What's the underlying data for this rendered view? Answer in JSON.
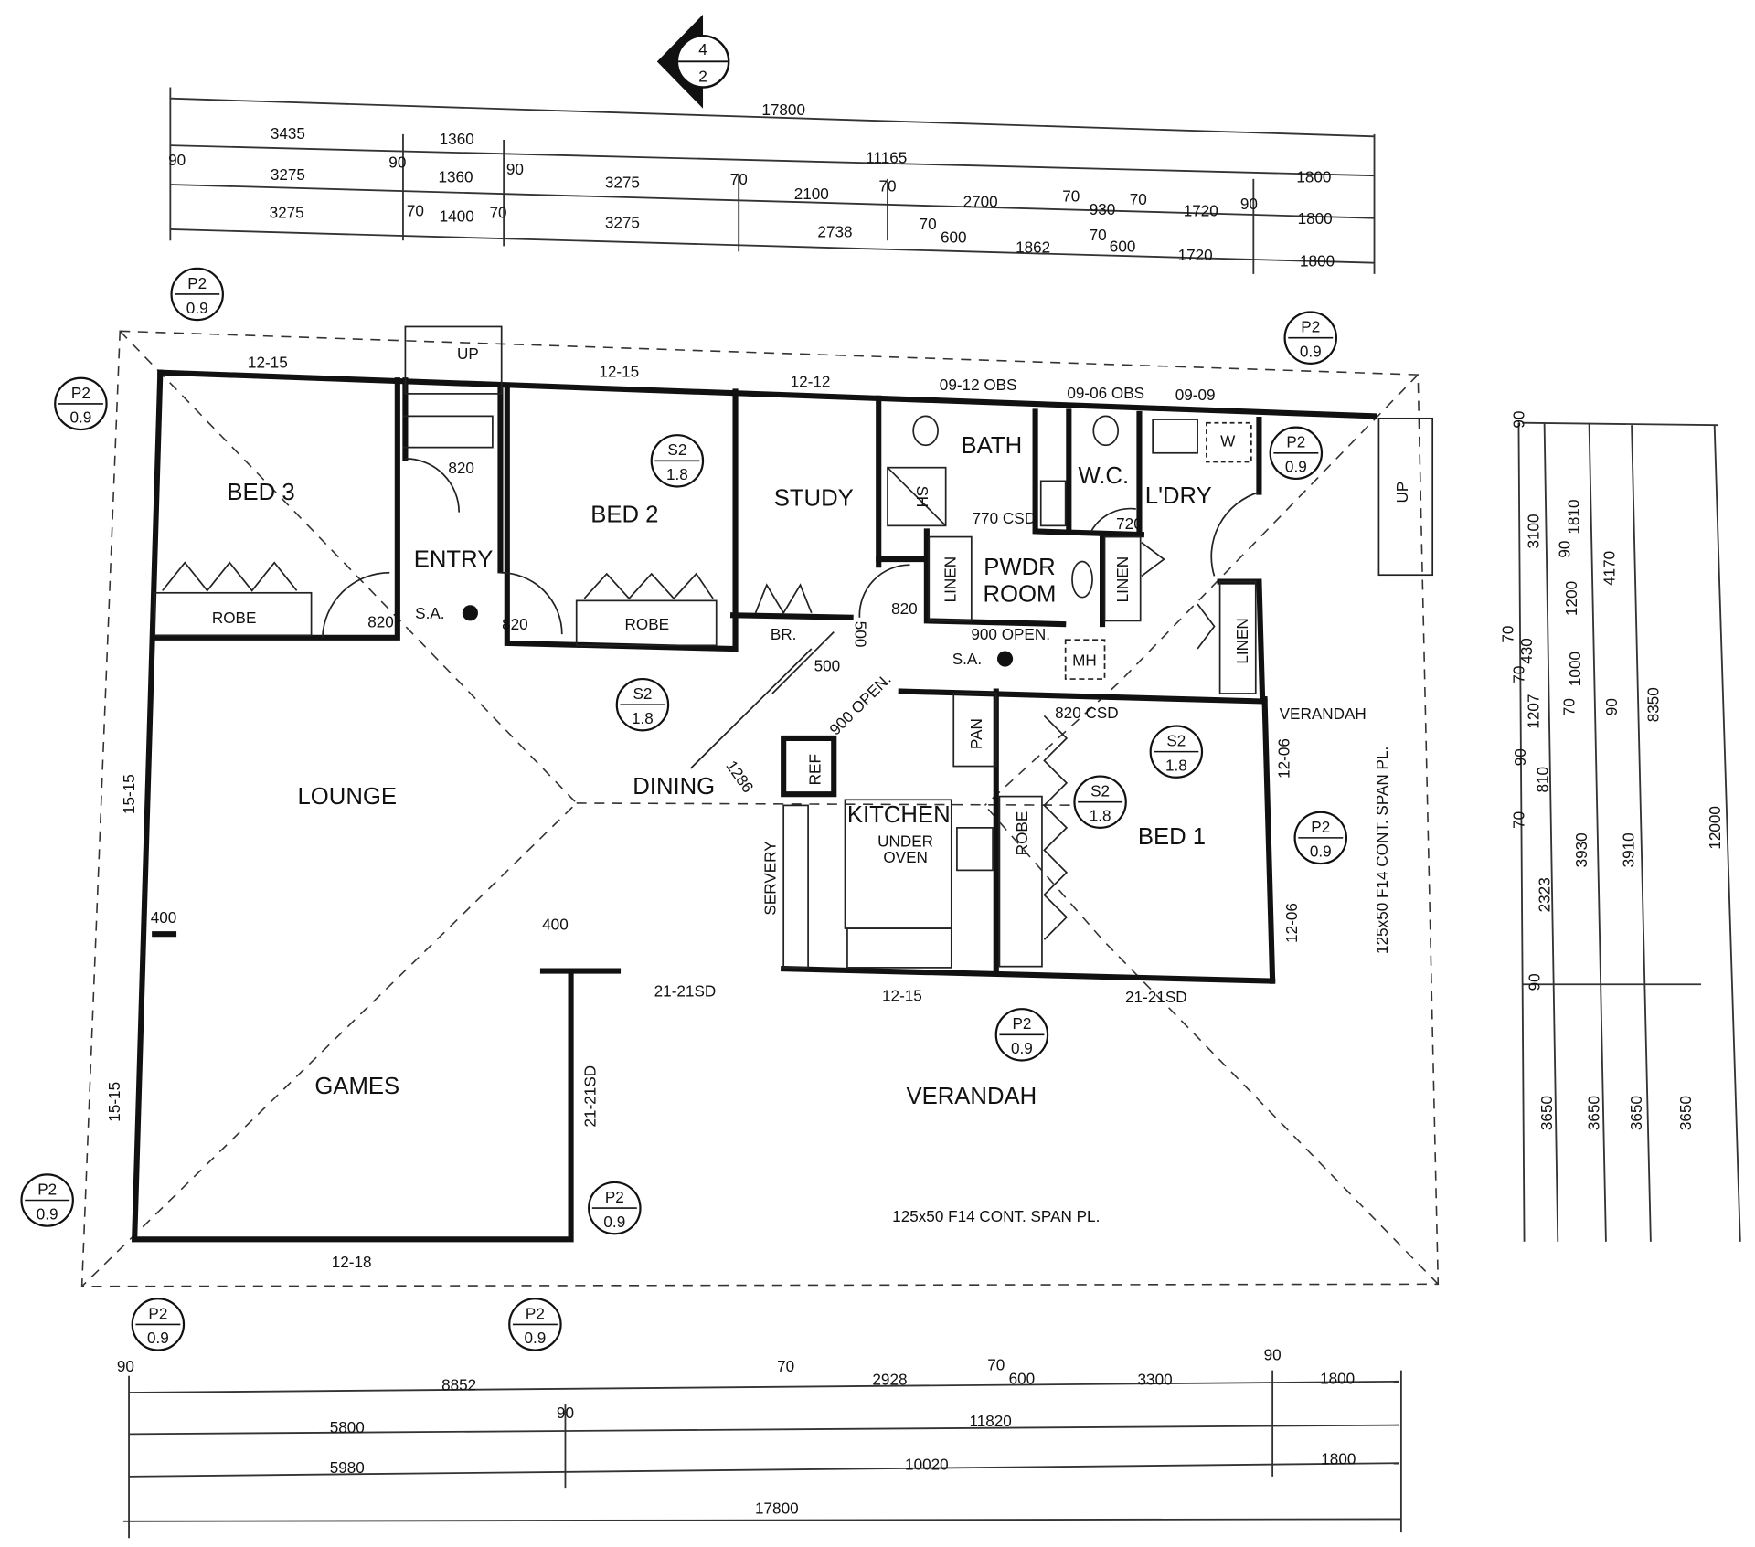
{
  "section_marker": {
    "top": "4",
    "bottom": "2"
  },
  "rooms": {
    "bed3": "BED 3",
    "entry": "ENTRY",
    "bed2": "BED 2",
    "study": "STUDY",
    "bath": "BATH",
    "wc": "W.C.",
    "laundry": "L'DRY",
    "pwdr1": "PWDR",
    "pwdr2": "ROOM",
    "lounge": "LOUNGE",
    "dining": "DINING",
    "kitchen": "KITCHEN",
    "bed1": "BED 1",
    "games": "GAMES",
    "verandah_south": "VERANDAH",
    "verandah_east": "VERANDAH"
  },
  "fixtures": {
    "robe_bed3": "ROBE",
    "robe_bed2": "ROBE",
    "robe_bed1": "ROBE",
    "br": "BR.",
    "linen_1": "LINEN",
    "linen_2": "LINEN",
    "linen_3": "LINEN",
    "pantry": "PAN",
    "ref": "REF",
    "servery": "SERVERY",
    "under_oven1": "UNDER",
    "under_oven2": "OVEN",
    "sa_1": "S.A.",
    "sa_2": "S.A.",
    "mh": "MH",
    "w": "W",
    "shower": "SH",
    "stair_up_1": "UP",
    "stair_up_2": "UP"
  },
  "windows": [
    "12-15",
    "12-15",
    "12-12",
    "09-12 OBS",
    "09-06 OBS",
    "09-09",
    "15-15",
    "15-15",
    "12-18",
    "12-15",
    "12-06",
    "12-06",
    "21-21SD",
    "21-21SD",
    "21-21SD"
  ],
  "openings": [
    "820",
    "820",
    "820",
    "820",
    "770 CSD",
    "720",
    "820 CSD",
    "900 OPEN.",
    "900 OPEN.",
    "500",
    "500",
    "1286",
    "400",
    "400"
  ],
  "notes": [
    "125x50 F14 CONT. SPAN PL.",
    "125x50 F14 CONT. SPAN PL."
  ],
  "markers": [
    {
      "top": "P2",
      "bottom": "0.9"
    },
    {
      "top": "P2",
      "bottom": "0.9"
    },
    {
      "top": "P2",
      "bottom": "0.9"
    },
    {
      "top": "P2",
      "bottom": "0.9"
    },
    {
      "top": "P2",
      "bottom": "0.9"
    },
    {
      "top": "P2",
      "bottom": "0.9"
    },
    {
      "top": "P2",
      "bottom": "0.9"
    },
    {
      "top": "P2",
      "bottom": "0.9"
    },
    {
      "top": "P2",
      "bottom": "0.9"
    },
    {
      "top": "P2",
      "bottom": "0.9"
    },
    {
      "top": "S2",
      "bottom": "1.8"
    },
    {
      "top": "S2",
      "bottom": "1.8"
    },
    {
      "top": "S2",
      "bottom": "1.8"
    },
    {
      "top": "S2",
      "bottom": "1.8"
    }
  ],
  "dims_top": [
    "17800",
    "3435",
    "1360",
    "11165",
    "1800",
    "90",
    "3275",
    "90",
    "1360",
    "90",
    "3275",
    "70",
    "2100",
    "70",
    "2700",
    "70",
    "930",
    "70",
    "1720",
    "90",
    "1800",
    "3275",
    "70",
    "1400",
    "70",
    "3275",
    "2738",
    "70",
    "600",
    "1862",
    "70",
    "600",
    "1720",
    "1800"
  ],
  "dims_bottom": [
    "90",
    "8852",
    "70",
    "2928",
    "70",
    "600",
    "3300",
    "90",
    "1800",
    "5800",
    "90",
    "11820",
    "5980",
    "10020",
    "1800",
    "17800"
  ],
  "dims_right": [
    "90",
    "3100",
    "1810",
    "90",
    "4170",
    "1200",
    "70",
    "430",
    "70",
    "1000",
    "1207",
    "70",
    "90",
    "8350",
    "90",
    "810",
    "70",
    "3930",
    "3910",
    "12000",
    "2323",
    "90",
    "3650",
    "3650",
    "3650",
    "3650"
  ]
}
